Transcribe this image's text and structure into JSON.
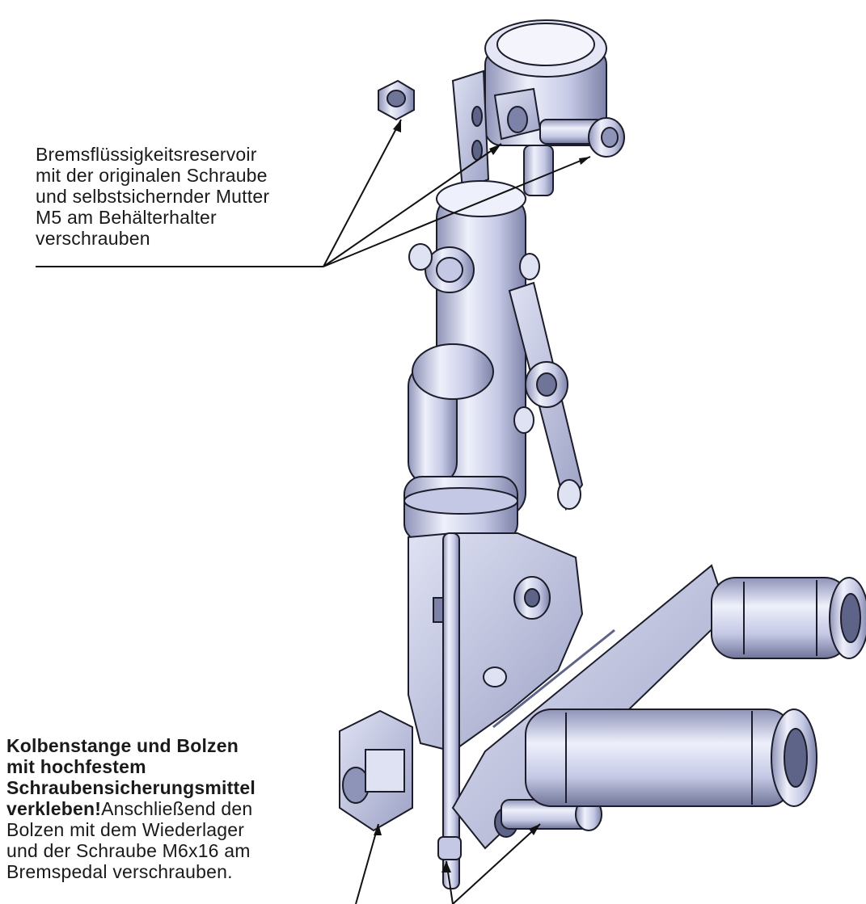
{
  "annotations": {
    "reservoir_note": "Bremsflüssigkeitsreservoir\nmit der originalen Schraube\nund selbstsichernder Mutter\nM5 am Behälterhalter\nverschrauben",
    "piston_note_bold": "Kolbenstange und Bolzen\nmit hochfestem\nSchraubensicherungsmittel\nverkleben!",
    "piston_note_regular": "Anschließend den\nBolzen mit dem Wiederlager\nund der Schraube M6x16 am\nBremspedal verschrauben."
  },
  "colors": {
    "part_light": "#e8eaf6",
    "part_mid": "#c4c8e4",
    "part_dark": "#8e93b8",
    "outline": "#1c1c2a",
    "leader": "#111111"
  }
}
